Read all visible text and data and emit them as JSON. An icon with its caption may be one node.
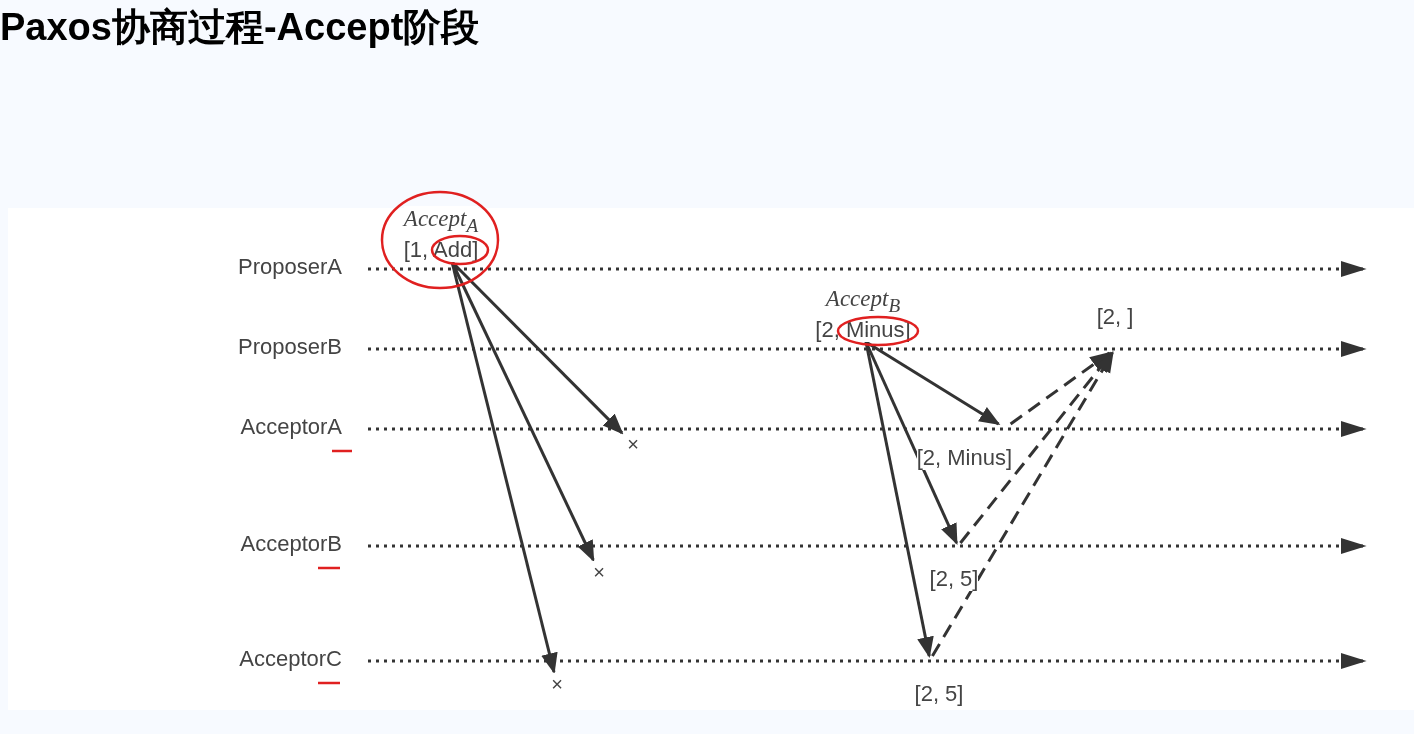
{
  "diagram": {
    "title": "Paxos协商过程-Accept阶段",
    "nodes": [
      {
        "text": [
          "Accept$_{A}$",
          "[1, Add]"
        ]
      },
      {
        "text": [
          "×"
        ]
      },
      {
        "text": [
          "×"
        ]
      },
      {
        "text": [
          "×"
        ]
      },
      {
        "text": [
          "Accept$_{B}$",
          "[2, Minus]"
        ]
      },
      {
        "text": [
          "[2, Minus]"
        ]
      },
      {
        "text": [
          "[2, 5]"
        ]
      },
      {
        "text": [
          "[2, 5]"
        ]
      },
      {
        "text": [
          "[2, ]"
        ]
      }
    ],
    "edges": [
      {
        "from": 0,
        "to": 1,
        "arrow": "to"
      },
      {
        "from": 0,
        "to": 2,
        "arrow": "to"
      },
      {
        "from": 0,
        "to": 3,
        "arrow": "to"
      },
      {
        "from": 4,
        "to": 5,
        "arrow": "to"
      },
      {
        "from": 4,
        "to": 6,
        "arrow": "to"
      },
      {
        "from": 4,
        "to": 7,
        "arrow": "to"
      },
      {
        "from": 5,
        "to": 8,
        "arrow": "to",
        "style": "dashed"
      },
      {
        "from": 6,
        "to": 8,
        "arrow": "to",
        "style": "dashed"
      },
      {
        "from": 7,
        "to": 8,
        "arrow": "to",
        "style": "dashed"
      }
    ],
    "labels": [
      "ProposerA",
      "ProposerB",
      "AcceptorA",
      "AcceptorB",
      "AcceptorC"
    ]
  }
}
